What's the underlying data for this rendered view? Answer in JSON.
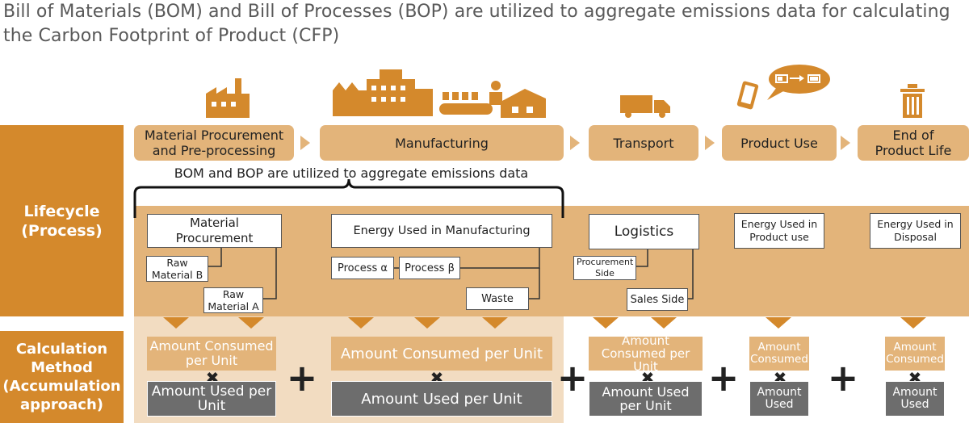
{
  "title": "Bill of Materials (BOM) and Bill of Processes (BOP) are utilized to aggregate emissions data for calculating the Carbon Footprint of Product (CFP)",
  "row_labels": {
    "lifecycle": "Lifecycle (Process)",
    "calculation": "Calculation Method (Accumulation approach)"
  },
  "stages": [
    {
      "label": "Material Procurement and Pre-processing",
      "icon": "factory-icon"
    },
    {
      "label": "Manufacturing",
      "icon": "manufacturing-plant-icon"
    },
    {
      "label": "Transport",
      "icon": "truck-icon"
    },
    {
      "label": "Product Use",
      "icon": "phone-charging-icon"
    },
    {
      "label": "End of Product Life",
      "icon": "trash-can-icon"
    }
  ],
  "bracket_caption": "BOM and BOP are utilized to aggregate emissions data",
  "bom": {
    "material_procurement": "Material Procurement",
    "raw_b": "Raw Material B",
    "raw_a": "Raw Material A",
    "energy_mfg": "Energy Used in Manufacturing",
    "process_alpha": "Process α",
    "process_beta": "Process β",
    "waste": "Waste",
    "logistics": "Logistics",
    "procurement_side": "Procurement Side",
    "sales_side": "Sales Side",
    "energy_use": "Energy Used in Product use",
    "energy_disposal": "Energy Used in Disposal"
  },
  "calc": {
    "consumed_per_unit": "Amount Consumed per Unit",
    "used_per_unit": "Amount Used per Unit",
    "consumed": "Amount Consumed",
    "used": "Amount Used",
    "times": "✖",
    "plus": "+"
  },
  "colors": {
    "accent": "#d4892c",
    "light": "#e3b47a",
    "pale": "#f2dcc1",
    "gray": "#6d6d6d"
  }
}
